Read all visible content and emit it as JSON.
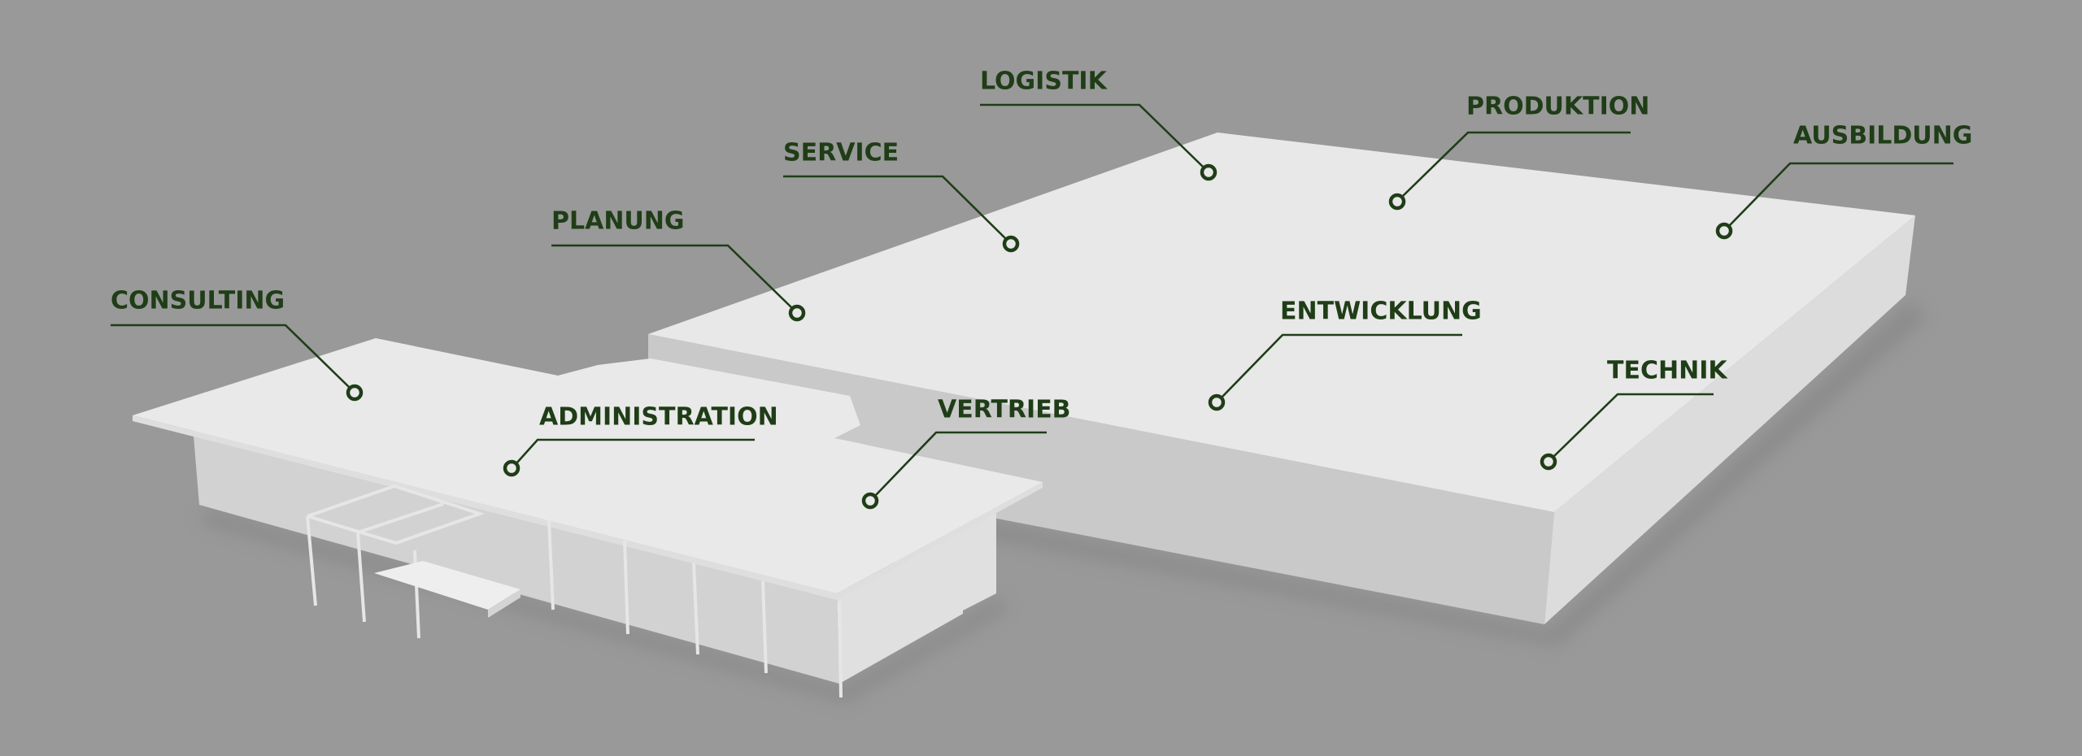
{
  "labels": {
    "consulting": "CONSULTING",
    "planung": "PLANUNG",
    "service": "SERVICE",
    "logistik": "LOGISTIK",
    "produktion": "PRODUKTION",
    "ausbildung": "AUSBILDUNG",
    "entwicklung": "ENTWICKLUNG",
    "technik": "TECHNIK",
    "administration": "ADMINISTRATION",
    "vertrieb": "VERTRIEB"
  },
  "colors": {
    "background": "#999999",
    "label": "#1f3d17",
    "roof": "#e8e8e8",
    "wall": "#cacaca"
  }
}
